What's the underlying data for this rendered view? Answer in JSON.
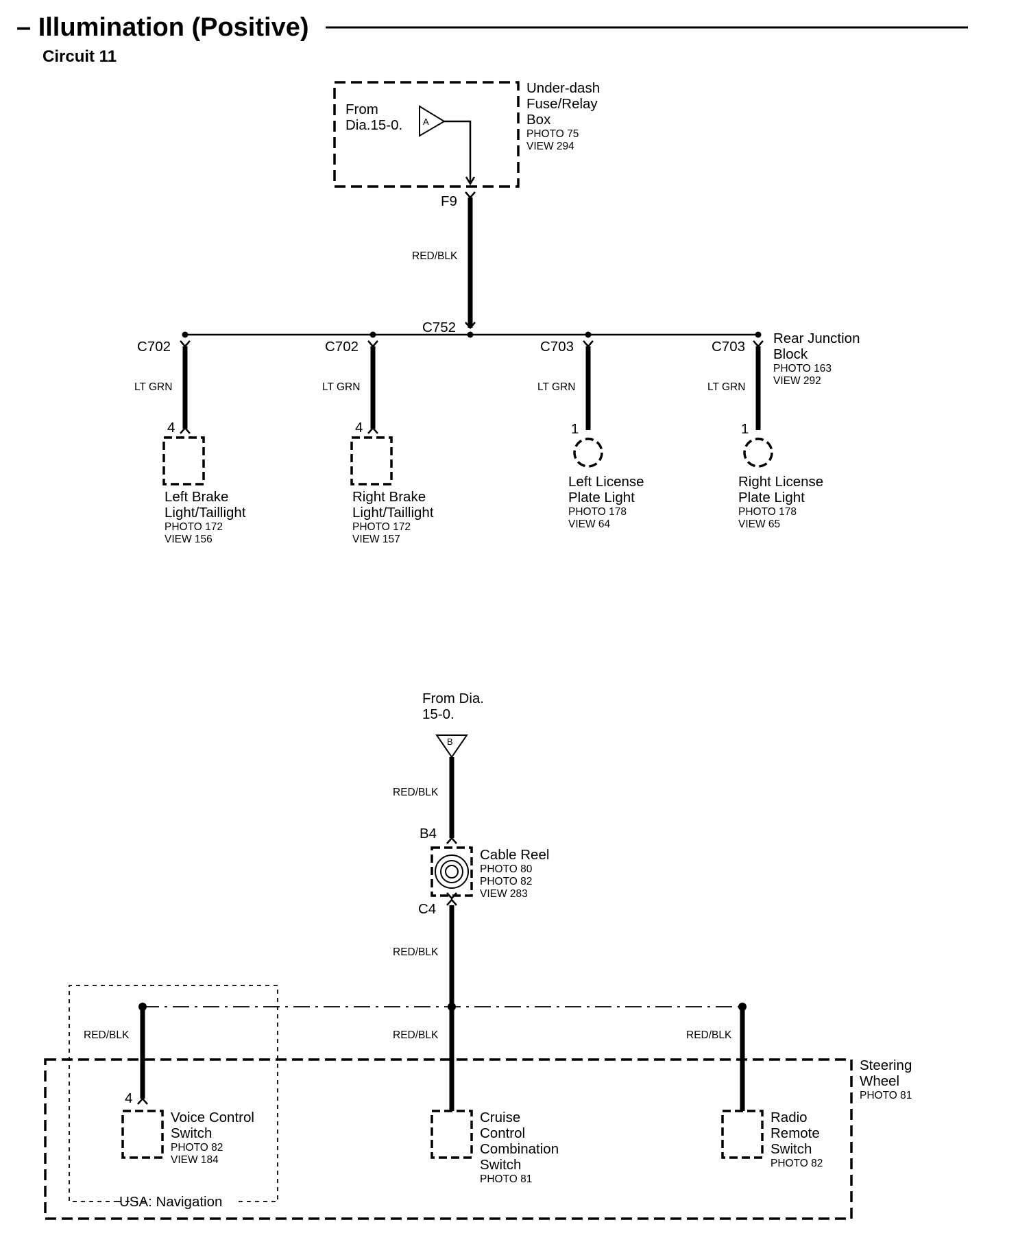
{
  "header": {
    "title": "– Illumination (Positive)",
    "subtitle": "Circuit 11"
  },
  "fuse_box": {
    "name_lines": [
      "Under-dash",
      "Fuse/Relay",
      "Box"
    ],
    "photo": "PHOTO 75",
    "view": "VIEW 294",
    "from_lines": [
      "From",
      "Dia.15-0."
    ],
    "triangle": "A",
    "terminal": "F9"
  },
  "top_wires": {
    "feed_color": "RED/BLK",
    "splice": "C752",
    "branch_color": "LT GRN"
  },
  "rear_junction": {
    "name_lines": [
      "Rear Junction",
      "Block"
    ],
    "photo": "PHOTO 163",
    "view": "VIEW 292"
  },
  "loads_top": [
    {
      "connector": "C702",
      "pin": "4",
      "name_lines": [
        "Left Brake",
        "Light/Taillight"
      ],
      "photo": "PHOTO 172",
      "view": "VIEW 156"
    },
    {
      "connector": "C702",
      "pin": "4",
      "name_lines": [
        "Right Brake",
        "Light/Taillight"
      ],
      "photo": "PHOTO 172",
      "view": "VIEW 157"
    },
    {
      "connector": "C703",
      "pin": "1",
      "name_lines": [
        "Left License",
        "Plate Light"
      ],
      "photo": "PHOTO 178",
      "view": "VIEW 64"
    },
    {
      "connector": "C703",
      "pin": "1",
      "name_lines": [
        "Right License",
        "Plate Light"
      ],
      "photo": "PHOTO 178",
      "view": "VIEW 65"
    }
  ],
  "bottom_source": {
    "from_lines": [
      "From Dia.",
      "15-0."
    ],
    "triangle": "B",
    "wire_color": "RED/BLK"
  },
  "cable_reel": {
    "name": "Cable Reel",
    "photos": [
      "PHOTO 80",
      "PHOTO 82"
    ],
    "view": "VIEW 283",
    "terminal_in": "B4",
    "terminal_out": "C4"
  },
  "steering_wheel": {
    "name_lines": [
      "Steering",
      "Wheel"
    ],
    "photo": "PHOTO 81"
  },
  "navigation_region": {
    "label": "USA: Navigation"
  },
  "switches": [
    {
      "wire_color": "RED/BLK",
      "pin": "4",
      "name_lines": [
        "Voice Control",
        "Switch"
      ],
      "photo": "PHOTO 82",
      "view": "VIEW 184"
    },
    {
      "wire_color": "RED/BLK",
      "pin": "",
      "name_lines": [
        "Cruise",
        "Control",
        "Combination",
        "Switch"
      ],
      "photo": "PHOTO 81",
      "view": ""
    },
    {
      "wire_color": "RED/BLK",
      "pin": "",
      "name_lines": [
        "Radio",
        "Remote",
        "Switch"
      ],
      "photo": "PHOTO 82",
      "view": ""
    }
  ]
}
